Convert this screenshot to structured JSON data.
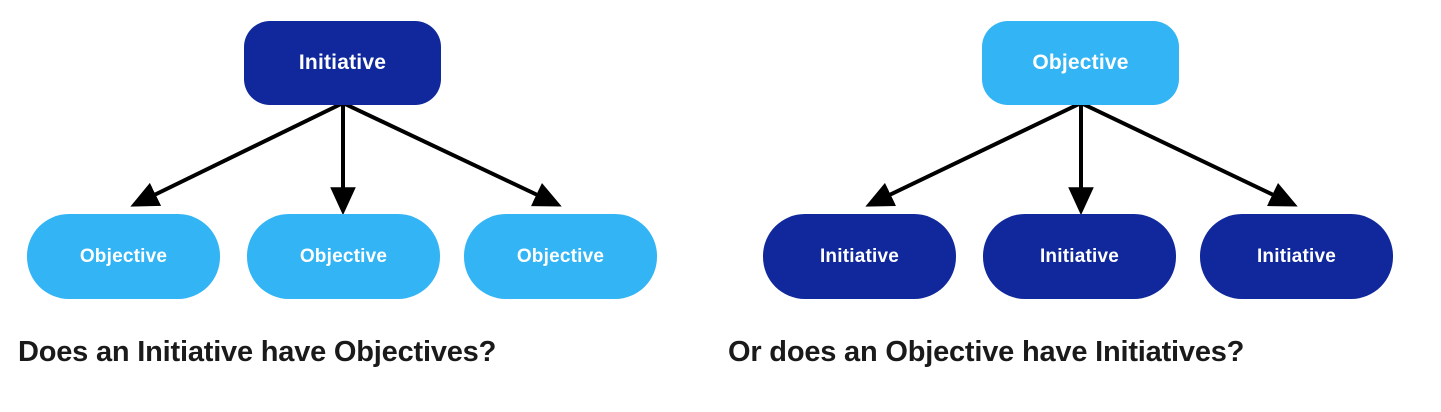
{
  "colors": {
    "initiative": "#10289b",
    "objective": "#33b4f5",
    "arrow": "#000000",
    "caption_text": "#1a1a1a",
    "background": "#ffffff"
  },
  "diagrams": [
    {
      "id": "initiative-has-objectives",
      "root": {
        "label": "Initiative",
        "type": "initiative"
      },
      "children": [
        {
          "label": "Objective",
          "type": "objective"
        },
        {
          "label": "Objective",
          "type": "objective"
        },
        {
          "label": "Objective",
          "type": "objective"
        }
      ],
      "caption": "Does an Initiative have Objectives?"
    },
    {
      "id": "objective-has-initiatives",
      "root": {
        "label": "Objective",
        "type": "objective"
      },
      "children": [
        {
          "label": "Initiative",
          "type": "initiative"
        },
        {
          "label": "Initiative",
          "type": "initiative"
        },
        {
          "label": "Initiative",
          "type": "initiative"
        }
      ],
      "caption": "Or does an Objective have Initiatives?"
    }
  ]
}
